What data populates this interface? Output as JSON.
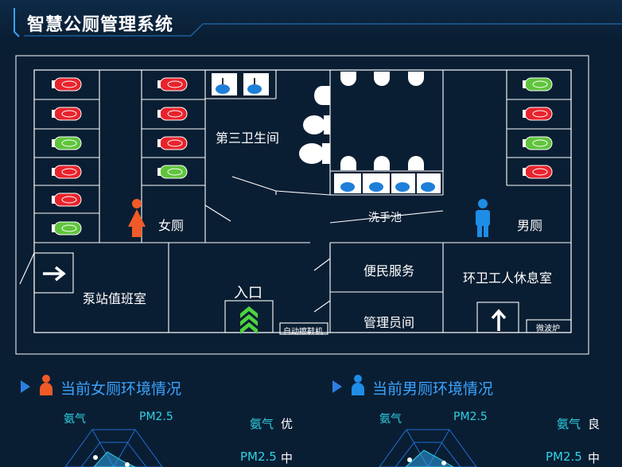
{
  "header": {
    "title": "智慧公厕管理系统"
  },
  "map": {
    "third_restroom": "第三卫生间",
    "female_restroom": "女厕",
    "male_restroom": "男厕",
    "wash_basin": "洗手池",
    "pump_room": "泵站值班室",
    "entrance": "入口",
    "auto_shoe_polisher": "自动擦鞋机",
    "convenience_service": "便民服务",
    "manager_room": "管理员间",
    "sanitation_lounge": "环卫工人休息室",
    "microwave": "微波炉",
    "female_stalls_left": [
      "occupied",
      "occupied",
      "vacant",
      "occupied",
      "occupied",
      "vacant"
    ],
    "female_stalls_right": [
      "occupied",
      "occupied",
      "occupied",
      "vacant"
    ],
    "male_stalls": [
      "vacant",
      "occupied",
      "vacant",
      "occupied"
    ],
    "colors": {
      "occupied": "#e8232c",
      "vacant": "#5fc43c",
      "line": "#ffffff",
      "accent": "#2b7fe0"
    }
  },
  "female_env": {
    "title": "当前女厕环境情况",
    "radar_labels": [
      "氨气",
      "PM2.5"
    ],
    "metrics": [
      {
        "name": "氨气",
        "value": "优"
      },
      {
        "name": "PM2.5",
        "value": "中"
      }
    ]
  },
  "male_env": {
    "title": "当前男厕环境情况",
    "radar_labels": [
      "氨气",
      "PM2.5"
    ],
    "metrics": [
      {
        "name": "氨气",
        "value": "良"
      },
      {
        "name": "PM2.5",
        "value": "中"
      }
    ]
  }
}
